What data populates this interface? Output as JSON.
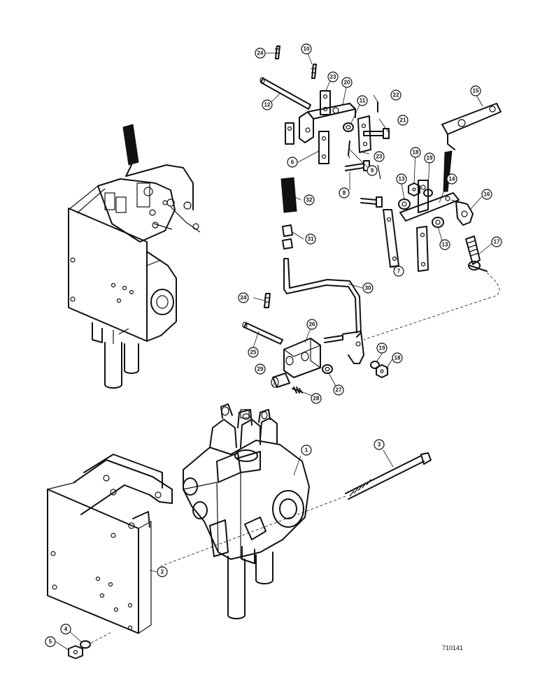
{
  "diagram": {
    "reference_number": "710141",
    "callouts": [
      {
        "id": "c1",
        "label": "1"
      },
      {
        "id": "c2",
        "label": "2"
      },
      {
        "id": "c3",
        "label": "3"
      },
      {
        "id": "c4",
        "label": "4"
      },
      {
        "id": "c5",
        "label": "5"
      },
      {
        "id": "c6",
        "label": "6"
      },
      {
        "id": "c7",
        "label": "7"
      },
      {
        "id": "c8",
        "label": "8"
      },
      {
        "id": "c9",
        "label": "9"
      },
      {
        "id": "c10",
        "label": "10"
      },
      {
        "id": "c11",
        "label": "11"
      },
      {
        "id": "c12",
        "label": "12"
      },
      {
        "id": "c13a",
        "label": "13"
      },
      {
        "id": "c13b",
        "label": "13"
      },
      {
        "id": "c14",
        "label": "14"
      },
      {
        "id": "c15",
        "label": "15"
      },
      {
        "id": "c16",
        "label": "16"
      },
      {
        "id": "c17",
        "label": "17"
      },
      {
        "id": "c18a",
        "label": "18"
      },
      {
        "id": "c18b",
        "label": "18"
      },
      {
        "id": "c19a",
        "label": "19"
      },
      {
        "id": "c19b",
        "label": "19"
      },
      {
        "id": "c20",
        "label": "20"
      },
      {
        "id": "c21",
        "label": "21"
      },
      {
        "id": "c22",
        "label": "22"
      },
      {
        "id": "c23a",
        "label": "23"
      },
      {
        "id": "c23b",
        "label": "23"
      },
      {
        "id": "c24a",
        "label": "24"
      },
      {
        "id": "c24b",
        "label": "24"
      },
      {
        "id": "c25",
        "label": "25"
      },
      {
        "id": "c26",
        "label": "26"
      },
      {
        "id": "c27",
        "label": "27"
      },
      {
        "id": "c28",
        "label": "28"
      },
      {
        "id": "c29",
        "label": "29"
      },
      {
        "id": "c30",
        "label": "30"
      },
      {
        "id": "c31",
        "label": "31"
      },
      {
        "id": "c32",
        "label": "32"
      }
    ]
  }
}
